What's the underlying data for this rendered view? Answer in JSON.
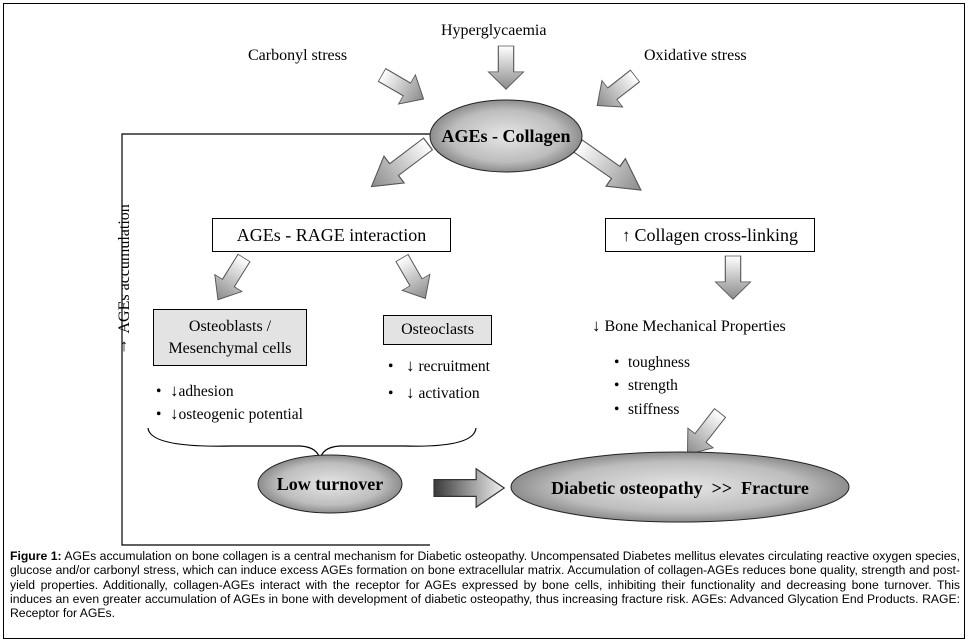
{
  "inputs": {
    "hyperglycaemia": "Hyperglycaemia",
    "carbonyl": "Carbonyl stress",
    "oxidative": "Oxidative stress"
  },
  "center": {
    "label": "AGEs - Collagen"
  },
  "rage": {
    "label": "AGEs - RAGE interaction"
  },
  "crosslink": {
    "arrow": "↑",
    "label": "Collagen cross-linking"
  },
  "osteoblasts": {
    "line1": "Osteoblasts /",
    "line2": "Mesenchymal cells",
    "bullets": [
      {
        "arrow": "↓",
        "text": "adhesion"
      },
      {
        "arrow": "↓",
        "text": "osteogenic potential"
      }
    ]
  },
  "osteoclasts": {
    "label": "Osteoclasts",
    "bullets": [
      {
        "arrow": "↓",
        "text": "recruitment"
      },
      {
        "arrow": "↓",
        "text": "activation"
      }
    ]
  },
  "mechanical": {
    "arrow": "↓",
    "label": "Bone Mechanical Properties",
    "bullets": [
      "toughness",
      "strength",
      "stiffness"
    ]
  },
  "feedback": {
    "arrow": "↑",
    "label": "AGEs accumulation"
  },
  "low_turnover": {
    "label": "Low turnover"
  },
  "outcome": {
    "label": "Diabetic osteopathy  >>  Fracture"
  },
  "caption": {
    "prefix": "Figure 1:",
    "text": " AGEs accumulation on bone collagen is a central mechanism for Diabetic osteopathy. Uncompensated Diabetes mellitus elevates circulating reactive oxygen species, glucose and/or carbonyl stress, which can induce excess AGEs formation on bone extracellular matrix. Accumulation of collagen-AGEs reduces bone quality, strength and post-yield properties. Additionally, collagen-AGEs interact with the receptor for AGEs expressed by bone cells, inhibiting their functionality and decreasing bone turnover. This induces an even greater accumulation of AGEs in bone with development of diabetic osteopathy, thus increasing fracture risk. AGEs: Advanced Glycation End Products. RAGE: Receptor for AGEs."
  }
}
